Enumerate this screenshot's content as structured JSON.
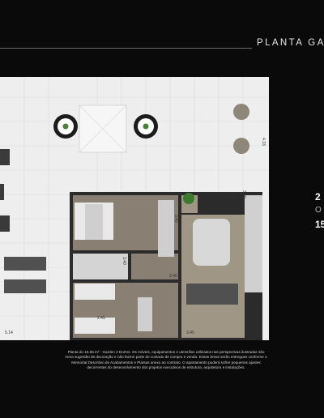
{
  "header": {
    "title": "PLANTA GA"
  },
  "plan": {
    "dimensions": [
      "4.33",
      "3.30",
      "3.40",
      "3.40",
      "2.40",
      "2.45",
      "3.45",
      "5.14",
      "3.40"
    ]
  },
  "side_info": {
    "line1": "2",
    "line2": "O",
    "line3": "15"
  },
  "footnote": "Planta do 15.65 m² - Garden 2 Dorms. Os móveis, equipamentos e utensílios utilizados nas perspectivas ilustradas são mera sugestão de decoração e não fazem parte do contrato de compra e venda. Essas áreas serão entregues conforme o Memorial Descritivo de Acabamentos e Plantas anexo ao contrato. O apartamento poderá sofrer pequenos ajustes decorrentes do desenvolvimento dos projetos executivos de estrutura, arquitetura e instalações."
}
